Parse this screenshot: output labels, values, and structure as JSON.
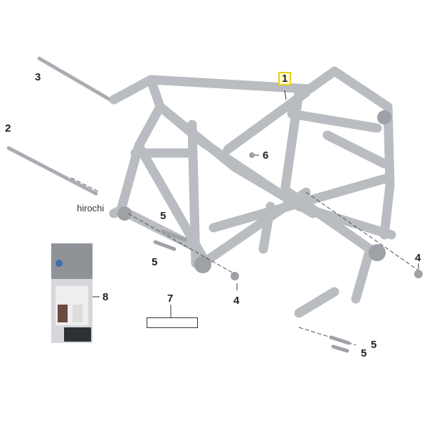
{
  "diagram": {
    "callouts": [
      {
        "id": "callout-1",
        "text": "1",
        "highlighted": true
      },
      {
        "id": "callout-2",
        "text": "2"
      },
      {
        "id": "callout-3",
        "text": "3"
      },
      {
        "id": "callout-4a",
        "text": "4"
      },
      {
        "id": "callout-4b",
        "text": "4"
      },
      {
        "id": "callout-5a",
        "text": "5"
      },
      {
        "id": "callout-5b",
        "text": "5"
      },
      {
        "id": "callout-5c",
        "text": "5"
      },
      {
        "id": "callout-5d",
        "text": "5"
      },
      {
        "id": "callout-6",
        "text": "6"
      },
      {
        "id": "callout-7",
        "text": "7"
      },
      {
        "id": "callout-8",
        "text": "8"
      }
    ],
    "watermark": "hirochi",
    "highlight_color": "#e8d21a",
    "frame_color": "#b9bcc0"
  }
}
